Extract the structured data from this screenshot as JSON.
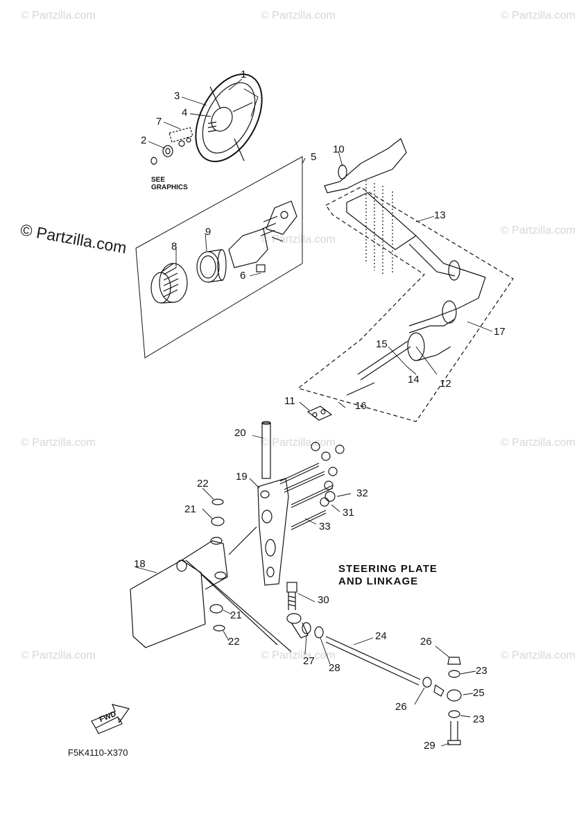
{
  "watermark": {
    "text": "© Partzilla.com",
    "prominent_text": "© Partzilla.com"
  },
  "diagram": {
    "title_line1": "STEERING PLATE",
    "title_line2": "AND LINKAGE",
    "see_graphics_line1": "SEE",
    "see_graphics_line2": "GRAPHICS",
    "drawing_code": "F5K4110-X370",
    "fwd_label": "FWD"
  },
  "callouts": [
    "1",
    "2",
    "3",
    "4",
    "5",
    "6",
    "7",
    "8",
    "9",
    "10",
    "11",
    "12",
    "13",
    "14",
    "15",
    "16",
    "17",
    "18",
    "19",
    "20",
    "21",
    "21",
    "22",
    "22",
    "23",
    "23",
    "24",
    "25",
    "26",
    "26",
    "27",
    "28",
    "29",
    "30",
    "31",
    "32",
    "33"
  ]
}
